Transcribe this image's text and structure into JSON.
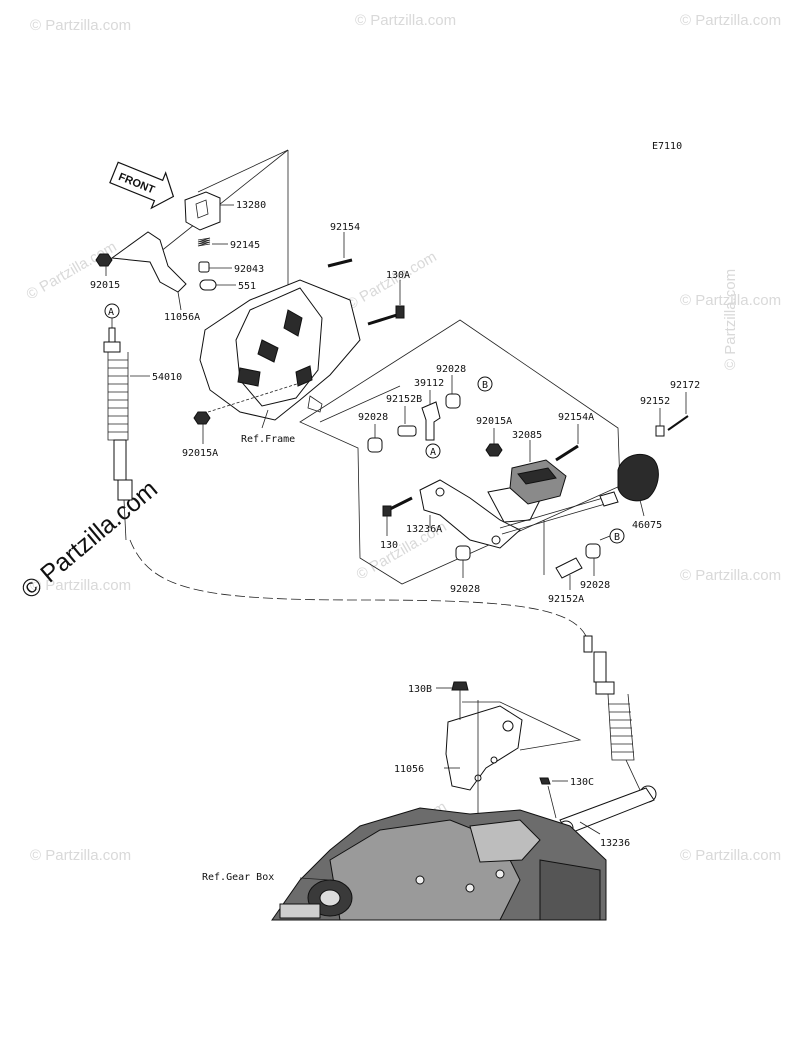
{
  "diagram_code": "E7110",
  "front_arrow_label": "FRONT",
  "watermark_small": "© Partzilla.com",
  "watermark_large": "© Partzilla.com",
  "ref_labels": {
    "frame": "Ref.Frame",
    "gear_box": "Ref.Gear Box"
  },
  "callouts": {
    "a": "A",
    "b": "B"
  },
  "part_numbers": {
    "p13280": "13280",
    "p92145": "92145",
    "p92043": "92043",
    "p551": "551",
    "p11056A": "11056A",
    "p92015": "92015",
    "p92154": "92154",
    "p130A": "130A",
    "p54010": "54010",
    "p92015A_left": "92015A",
    "p92028_top": "92028",
    "p39112": "39112",
    "p92152B": "92152B",
    "p92028_left": "92028",
    "p92015A_mid": "92015A",
    "p92154A": "92154A",
    "p32085": "32085",
    "p92172": "92172",
    "p92152": "92152",
    "p46075": "46075",
    "p13236A": "13236A",
    "p130": "130",
    "p92028_bottom": "92028",
    "p92028_right": "92028",
    "p92152A": "92152A",
    "p130B": "130B",
    "p11056": "11056",
    "p130C": "130C",
    "p13236": "13236"
  }
}
